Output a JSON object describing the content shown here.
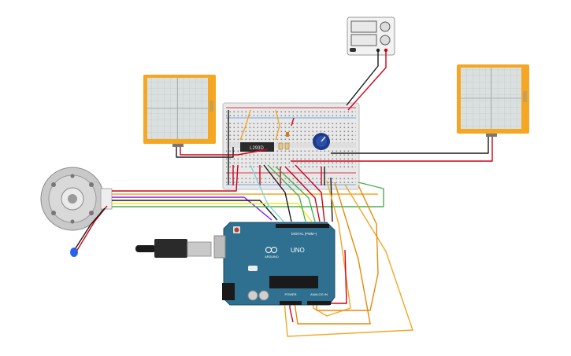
{
  "canvas": {
    "background": "#ffffff"
  },
  "components": {
    "oscilloscope_left": {
      "name": "oscilloscope",
      "frame_color": "#f5a623",
      "screen_color": "#d9e0df"
    },
    "oscilloscope_right": {
      "name": "oscilloscope",
      "frame_color": "#f5a623",
      "screen_color": "#d9e0df"
    },
    "power_supply": {
      "name": "power-supply"
    },
    "breadboard": {
      "name": "breadboard",
      "color": "#e8e8e8"
    },
    "driver_chip": {
      "label": "L293D"
    },
    "potentiometer": {
      "name": "potentiometer",
      "knob_color": "#1e3a8a"
    },
    "motor_encoder": {
      "name": "dc-motor-with-encoder"
    },
    "capacitor": {
      "name": "ceramic-capacitor",
      "color": "#2563eb"
    },
    "arduino": {
      "board_color": "#2f6f8f",
      "model_label": "UNO",
      "brand_label": "ARDUINO",
      "digital_header_label": "DIGITAL (PWM~)",
      "power_header_label": "POWER",
      "analog_header_label": "ANALOG IN"
    },
    "usb_cable": {
      "name": "usb-cable"
    }
  },
  "wire_colors": {
    "red": "#d0021b",
    "black": "#1a1a1a",
    "orange": "#f5a623",
    "green": "#4caf50",
    "yellow": "#f8e71c",
    "purple": "#9013fe",
    "cyan": "#7ed6df",
    "dark_orange": "#e8890c"
  }
}
